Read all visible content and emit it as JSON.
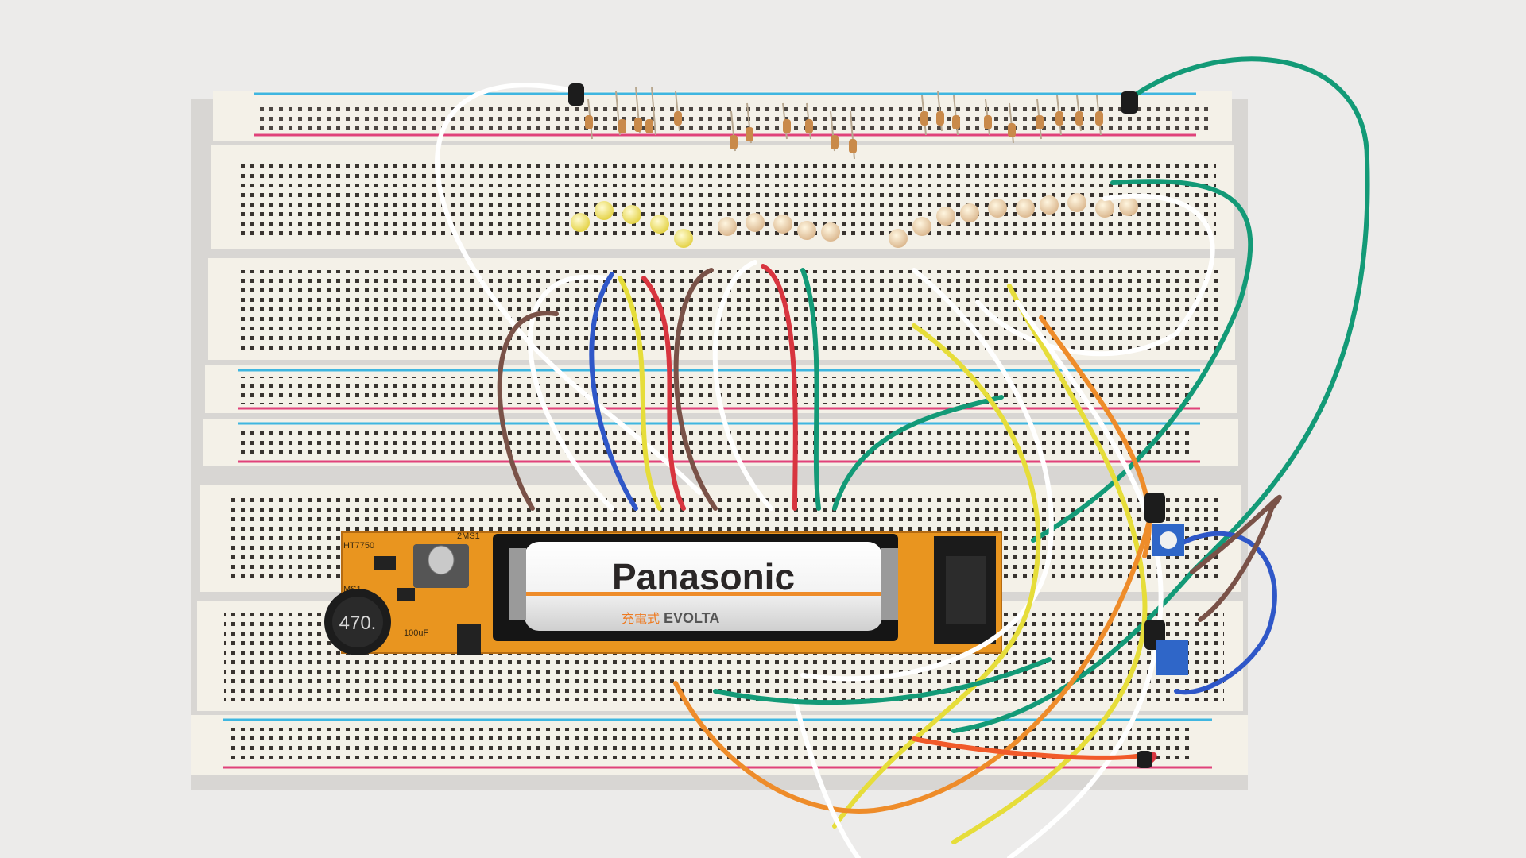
{
  "battery": {
    "brand": "Panasonic",
    "series_prefix": "充電式",
    "series": "EVOLTA"
  },
  "inductor": {
    "marking": "470."
  },
  "pcb": {
    "label_left": "HT7750",
    "label_diode": "2MS1",
    "label_ms": "MS1",
    "label_cap": "100uF"
  },
  "colors": {
    "board": "#f4f1e8",
    "rail_blue": "#3fb6e0",
    "rail_red": "#e0427a",
    "pcb_orange": "#e9951f",
    "wire_white": "#ffffff",
    "wire_green": "#139a77",
    "wire_yellow": "#e6dd3a",
    "wire_red": "#d8353f",
    "wire_blue": "#2f57c8",
    "wire_brown": "#7a5248",
    "wire_orange": "#ee8c2a"
  }
}
